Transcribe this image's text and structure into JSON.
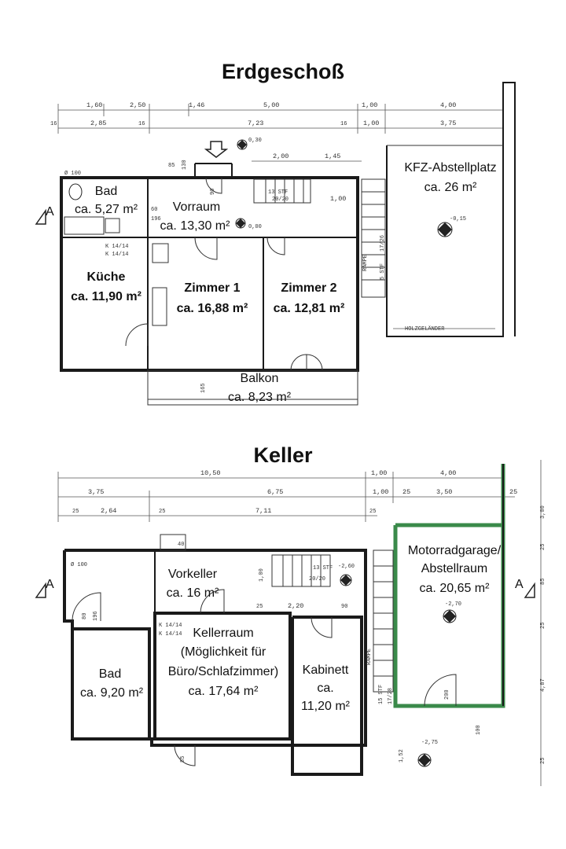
{
  "floors": {
    "ground": {
      "title": "Erdgeschoß",
      "rooms": {
        "bad": [
          "Bad",
          "ca. 5,27 m²"
        ],
        "vorraum": [
          "Vorraum",
          "ca. 13,30 m²"
        ],
        "kueche": [
          "Küche",
          "ca. 11,90 m²"
        ],
        "zimmer1": [
          "Zimmer 1",
          "ca. 16,88 m²"
        ],
        "zimmer2": [
          "Zimmer 2",
          "ca. 12,81 m²"
        ],
        "balkon": [
          "Balkon",
          "ca. 8,23 m²"
        ],
        "kfz": [
          "KFZ-Abstellplatz",
          "ca. 26 m²"
        ]
      },
      "dimensions_top": [
        "1,60",
        "2,50",
        "1,46",
        "5,00",
        "1,00",
        "4,00"
      ],
      "dimensions_second": [
        "16",
        "2,85",
        "16",
        "7,23",
        "16",
        "1,00",
        "3,75"
      ],
      "dimensions_inner": [
        "2,00",
        "1,45",
        "1,00"
      ],
      "labels": {
        "level_entry": "0,30",
        "level_hall": "0,00",
        "level_parking": "-0,15",
        "stairs": "13 STF",
        "stairs_ratio": "20/20",
        "railing": "HOLZGELÄNDER",
        "ramp": "RAMPE",
        "ramp_stf": "5 STF",
        "ramp_ratio": "17/26",
        "pipe": "Ø 100",
        "chimney1": "K 14/14",
        "chimney2": "K 14/14",
        "door_a": "85",
        "door_b": "130",
        "door_c": "196",
        "door_d": "60",
        "door_e": "90",
        "door_f": "165",
        "section": "A"
      }
    },
    "basement": {
      "title": "Keller",
      "rooms": {
        "vorkeller": [
          "Vorkeller",
          "ca. 16 m²"
        ],
        "bad": [
          "Bad",
          "ca. 9,20 m²"
        ],
        "kellerraum": [
          "Kellerraum",
          "(Möglichkeit für",
          "Büro/Schlafzimmer)",
          "ca. 17,64 m²"
        ],
        "kabinett": [
          "Kabinett",
          "ca.",
          "11,20 m²"
        ],
        "motorrad": [
          "Motorradgarage/",
          "Abstellraum",
          "ca. 20,65 m²"
        ]
      },
      "dimensions_top": [
        "10,50",
        "1,00",
        "4,00"
      ],
      "dimensions_second": [
        "3,75",
        "6,75",
        "1,00",
        "25",
        "3,50",
        "25"
      ],
      "dimensions_third": [
        "25",
        "2,64",
        "25",
        "7,11",
        "25"
      ],
      "dimensions_inner": [
        "25",
        "2,20",
        "90",
        "1,00",
        "1,52"
      ],
      "dimensions_right": [
        "3,00",
        "25",
        "85",
        "25",
        "4,87",
        "25"
      ],
      "labels": {
        "level_stairs": "-2,60",
        "level_garage": "-2,70",
        "level_out": "-2,75",
        "stairs": "13 STF",
        "stairs_ratio": "20/20",
        "ramp": "RAMPE",
        "ramp_stf": "15 STF",
        "ramp_ratio": "17/28",
        "pipe": "Ø 100",
        "chimney1": "K 14/14",
        "chimney2": "K 14/14",
        "door_a": "80",
        "door_b": "196",
        "door_c": "200",
        "door_d": "100",
        "door_e": "85",
        "door_f": "40",
        "section": "A"
      }
    }
  },
  "colors": {
    "walls": "#1a1a1a",
    "garage_outline": "#3a8a4a",
    "background": "#ffffff"
  }
}
